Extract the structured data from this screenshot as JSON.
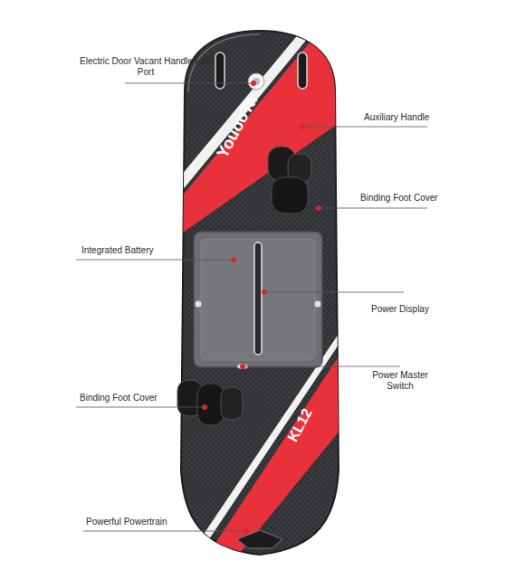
{
  "diagram": {
    "labels": [
      "Electric Door Vacant Handle Link Port",
      "Auxiliary Handle",
      "Binding Foot Cover",
      "Integrated Battery",
      "Power Display",
      "Power Master Switch",
      "Binding Foot Cover",
      "Powerful Powertrain",
      "YouooTa",
      "KL12"
    ]
  }
}
